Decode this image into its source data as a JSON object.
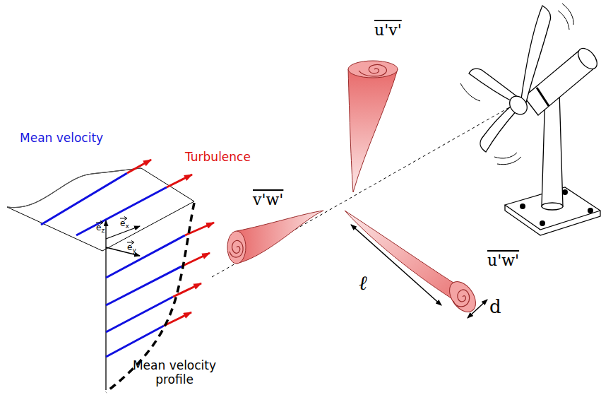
{
  "diagram": {
    "labels": [
      "Mean velocity",
      "Turbulence",
      "ez",
      "ex",
      "ey",
      "v'w'",
      "u'v'",
      "u'w'",
      "ℓ",
      "d",
      "Mean velocity profile"
    ]
  }
}
